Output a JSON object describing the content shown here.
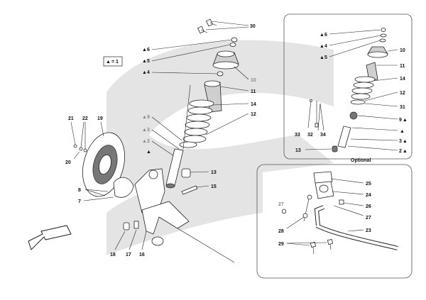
{
  "legend": {
    "symbol": "▲",
    "text": "= 1"
  },
  "optional_label": "Optional",
  "main_labels": {
    "p30": "30",
    "p6": "6",
    "p5": "5",
    "p4": "4",
    "p10": "10",
    "p11": "11",
    "p14": "14",
    "p12": "12",
    "p9": "9",
    "p3": "3",
    "p2": "2",
    "p13": "13",
    "p15": "15",
    "p21": "21",
    "p22": "22",
    "p19": "19",
    "p20": "20",
    "p8": "8",
    "p7": "7",
    "p18": "18",
    "p17": "17",
    "p16": "16"
  },
  "optional_labels": {
    "p6": "6",
    "p4": "4",
    "p5": "5",
    "p10": "10",
    "p11": "11",
    "p14": "14",
    "p12": "12",
    "p31": "31",
    "p9": "9",
    "p3": "3",
    "p2": "2",
    "p13": "13",
    "p33": "33",
    "p32": "32",
    "p34": "34"
  },
  "stabilizer_labels": {
    "p25": "25",
    "p24": "24",
    "p26": "26",
    "p27": "27",
    "p27b": "27",
    "p28": "28",
    "p23": "23",
    "p29": "29"
  },
  "triangle": "▲"
}
